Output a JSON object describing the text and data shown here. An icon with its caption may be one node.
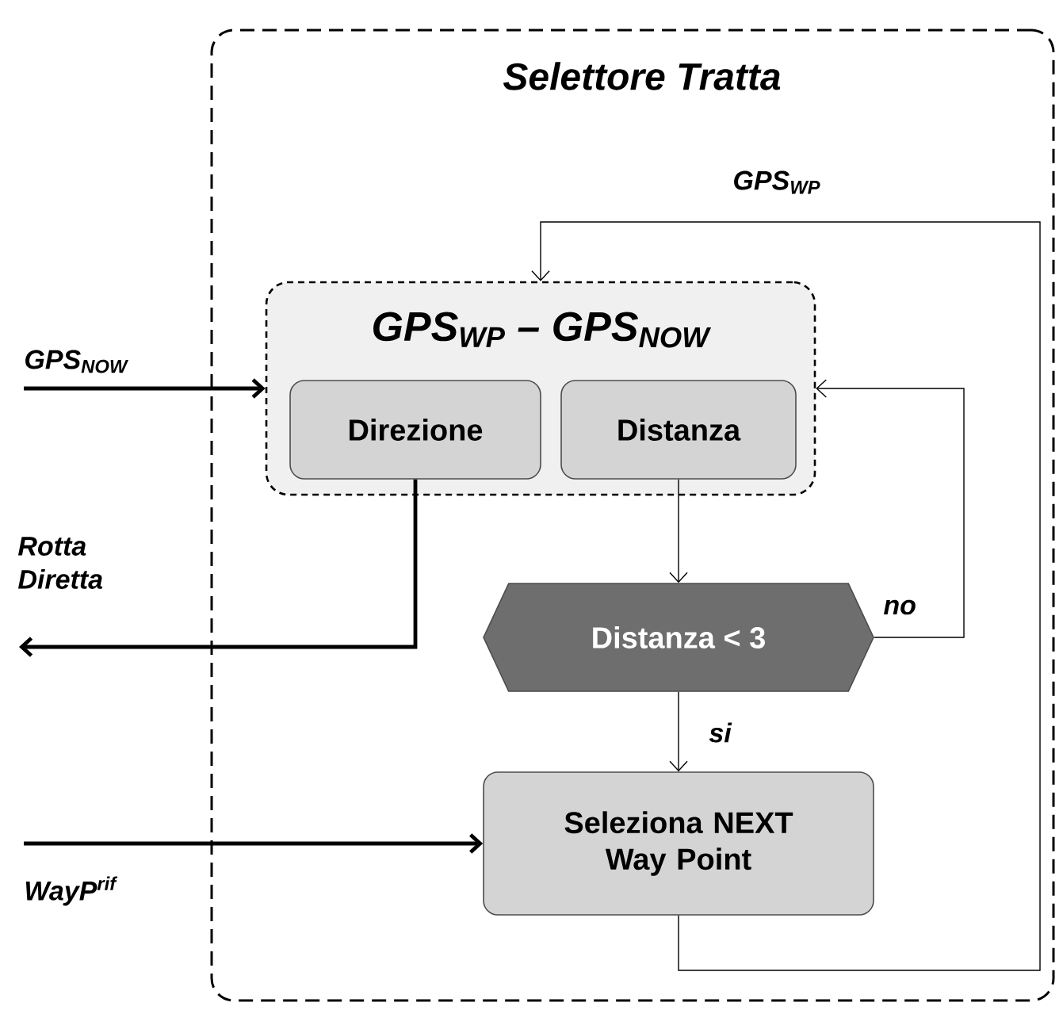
{
  "diagram": {
    "nodes": [
      {
        "text": [
          "Selettore Tratta"
        ]
      },
      {
        "text": [
          "GPS$_{WP}$ – GPS$_{NOW}$"
        ],
        "in": 0
      },
      {
        "text": [
          "Direzione"
        ],
        "in": 1
      },
      {
        "text": [
          "Distanza"
        ],
        "in": 1
      },
      {
        "text": [
          "Distanza < 3"
        ],
        "in": 0
      },
      {
        "text": [
          "Seleziona NEXT Way Point"
        ],
        "in": 0
      }
    ],
    "edges": [
      {
        "from": null,
        "to": 1,
        "arrow": "to",
        "label": "GPS$_{NOW}$",
        "style": "thick"
      },
      {
        "from": 2,
        "to": null,
        "arrow": "to",
        "label": "Rotta Diretta",
        "style": "thick"
      },
      {
        "from": null,
        "to": 5,
        "arrow": "to",
        "label": "WayP$^{rif}$",
        "style": "thick"
      },
      {
        "from": 3,
        "to": 4,
        "arrow": "to"
      },
      {
        "from": 4,
        "to": 5,
        "arrow": "to",
        "label": "si"
      },
      {
        "from": 4,
        "to": 1,
        "arrow": "to",
        "label": "no"
      },
      {
        "from": 5,
        "to": 1,
        "arrow": "to",
        "label": "GPS$_{WP}$"
      }
    ]
  }
}
